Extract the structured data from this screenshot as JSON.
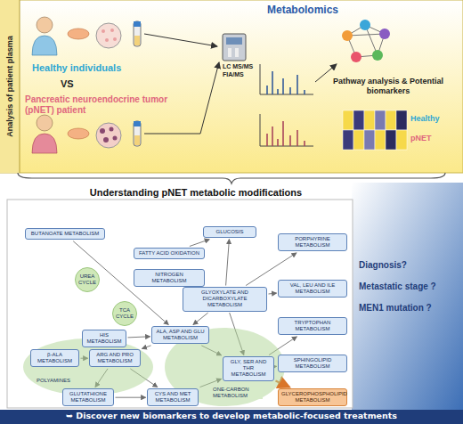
{
  "diagram": {
    "nodes": [
      {
        "text": [
          "BUTANOATE METABOLISM"
        ]
      },
      {
        "text": [
          "GLUCOSIS"
        ]
      },
      {
        "text": [
          "FATTY ACID OXIDATION"
        ]
      },
      {
        "text": [
          "UREA CYCLE"
        ]
      },
      {
        "text": [
          "NITROGEN METABOLISM"
        ]
      },
      {
        "text": [
          "GLYOXYLATE AND DICARBOXYLATE METABOLISM"
        ]
      },
      {
        "text": [
          "TCA CYCLE"
        ]
      },
      {
        "text": [
          "HIS METABOLISM"
        ]
      },
      {
        "text": [
          "ALA, ASP AND GLU METABOLISM"
        ]
      },
      {
        "text": [
          "β-ALA METABOLISM"
        ]
      },
      {
        "text": [
          "ARG AND PRO METABOLISM"
        ]
      },
      {
        "text": [
          "POLYAMINES"
        ]
      },
      {
        "text": [
          "GLY, SER AND THR METABOLISM"
        ]
      },
      {
        "text": [
          "ONE-CARBON METABOLISM"
        ]
      },
      {
        "text": [
          "GLUTATHIONE METABOLISM"
        ]
      },
      {
        "text": [
          "CYS AND MET METABOLISM"
        ]
      },
      {
        "text": [
          "PORPHYRINE METABOLISM"
        ]
      },
      {
        "text": [
          "VAL, LEU AND ILE METABOLISM"
        ]
      },
      {
        "text": [
          "TRYPTOPHAN METABOLISM"
        ]
      },
      {
        "text": [
          "SPHINGOLIPID METABOLISM"
        ]
      },
      {
        "text": [
          "GLYCEROPHOSPHOLIPID METABOLISM"
        ]
      }
    ],
    "edges": [
      {
        "from": 2,
        "to": 1,
        "arrow": "to"
      },
      {
        "from": 5,
        "to": 1,
        "arrow": "to"
      },
      {
        "from": 4,
        "to": 5,
        "arrow": "to"
      },
      {
        "from": 0,
        "to": 8,
        "arrow": "to"
      },
      {
        "from": 5,
        "to": 8,
        "arrow": "to"
      },
      {
        "from": 7,
        "to": 8,
        "arrow": "to"
      },
      {
        "from": 8,
        "to": 10,
        "arrow": "to"
      },
      {
        "from": 9,
        "to": 10,
        "arrow": "to"
      },
      {
        "from": 8,
        "to": 12,
        "arrow": "to"
      },
      {
        "from": 5,
        "to": 12,
        "arrow": "to"
      },
      {
        "from": 10,
        "to": 14,
        "arrow": "to"
      },
      {
        "from": 10,
        "to": 15,
        "arrow": "to"
      },
      {
        "from": 14,
        "to": 15,
        "arrow": "to"
      },
      {
        "from": 15,
        "to": 12,
        "arrow": "to"
      },
      {
        "from": 5,
        "to": 16,
        "arrow": "to"
      },
      {
        "from": 5,
        "to": 17,
        "arrow": "to"
      },
      {
        "from": 12,
        "to": 18,
        "arrow": "to"
      },
      {
        "from": 12,
        "to": 19,
        "arrow": "to"
      },
      {
        "from": 12,
        "to": 20,
        "arrow": "to"
      }
    ],
    "labels": [
      "Analysis of patient plasma",
      "Metabolomics",
      "Healthy individuals",
      "VS",
      "Pancreatic neuroendocrine tumor (pNET) patient",
      "LC MS/MS",
      "FIA/MS",
      "Pathway analysis & Potential biomarkers",
      "Healthy",
      "pNET",
      "Understanding pNET metabolic modifications",
      "Diagnosis?",
      "Metastatic stage ?",
      "MEN1 mutation ?",
      "➥ Discover new biomarkers to develop metabolic-focused treatments"
    ]
  }
}
